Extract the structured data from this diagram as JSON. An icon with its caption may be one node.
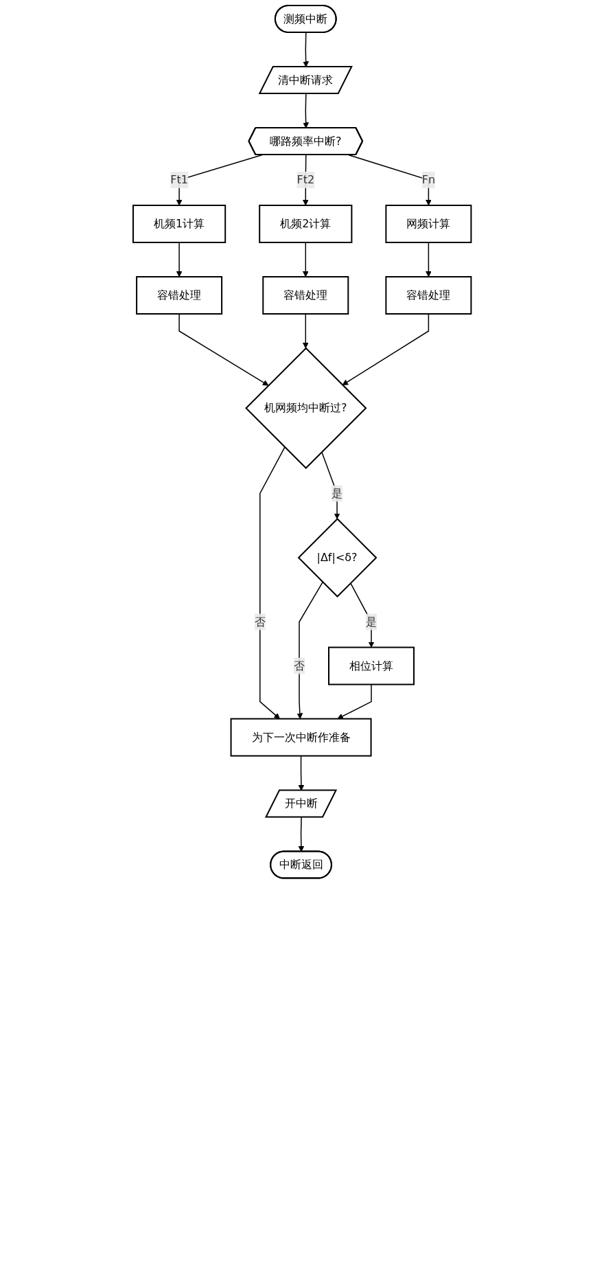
{
  "diagram": {
    "nodes": [
      {
        "text": [
          "测频中断"
        ]
      },
      {
        "text": [
          "清中断请求"
        ]
      },
      {
        "text": [
          "哪路频率中断?"
        ]
      },
      {
        "text": [
          "机频1计算"
        ]
      },
      {
        "text": [
          "机频2计算"
        ]
      },
      {
        "text": [
          "网频计算"
        ]
      },
      {
        "text": [
          "容错处理"
        ]
      },
      {
        "text": [
          "容错处理"
        ]
      },
      {
        "text": [
          "容错处理"
        ]
      },
      {
        "text": [
          "机网频均中断过?"
        ]
      },
      {
        "text": [
          "|Δf|<δ?"
        ]
      },
      {
        "text": [
          "相位计算"
        ]
      },
      {
        "text": [
          "为下一次中断作准备"
        ]
      },
      {
        "text": [
          "开中断"
        ]
      },
      {
        "text": [
          "中断返回"
        ]
      }
    ],
    "edges": [
      {
        "from": 0,
        "to": 1,
        "arrow": "to"
      },
      {
        "from": 1,
        "to": 2,
        "arrow": "to"
      },
      {
        "from": 2,
        "to": 3,
        "label": "Ft1",
        "arrow": "to"
      },
      {
        "from": 2,
        "to": 4,
        "label": "Ft2",
        "arrow": "to"
      },
      {
        "from": 2,
        "to": 5,
        "label": "Fn",
        "arrow": "to"
      },
      {
        "from": 3,
        "to": 6,
        "arrow": "to"
      },
      {
        "from": 4,
        "to": 7,
        "arrow": "to"
      },
      {
        "from": 5,
        "to": 8,
        "arrow": "to"
      },
      {
        "from": 6,
        "to": 9,
        "arrow": "to"
      },
      {
        "from": 7,
        "to": 9,
        "arrow": "to"
      },
      {
        "from": 8,
        "to": 9,
        "arrow": "to"
      },
      {
        "from": 9,
        "to": 10,
        "label": "是",
        "arrow": "to"
      },
      {
        "from": 9,
        "to": 12,
        "label": "否",
        "arrow": "to"
      },
      {
        "from": 10,
        "to": 11,
        "label": "是",
        "arrow": "to"
      },
      {
        "from": 10,
        "to": 12,
        "label": "否",
        "arrow": "to"
      },
      {
        "from": 11,
        "to": 12,
        "arrow": "to"
      },
      {
        "from": 12,
        "to": 13,
        "arrow": "to"
      },
      {
        "from": 13,
        "to": 14,
        "arrow": "to"
      }
    ]
  }
}
